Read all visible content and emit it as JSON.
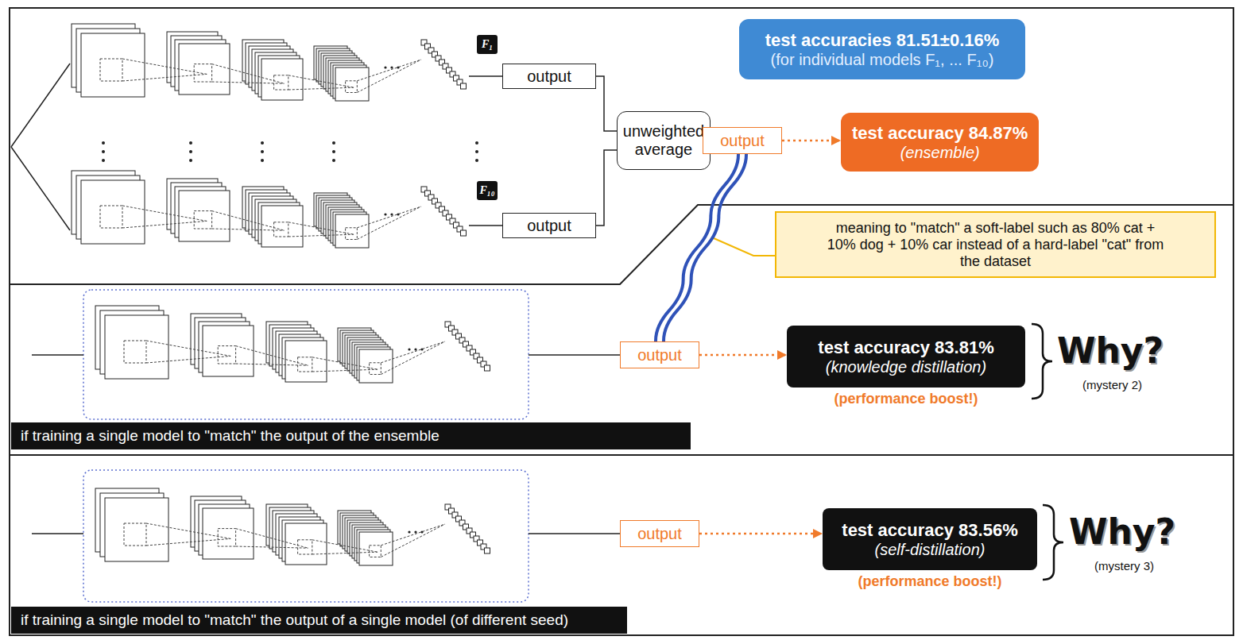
{
  "diagram": {
    "nodes": [
      {
        "text": [
          "F₁"
        ]
      },
      {
        "text": [
          "test accuracies 81.51±0.16%",
          "(for individual models F₁, ... F₁₀)"
        ]
      },
      {
        "text": [
          "output"
        ]
      },
      {
        "text": [
          "unweighted average"
        ]
      },
      {
        "text": [
          "output"
        ]
      },
      {
        "text": [
          "test accuracy 84.87%",
          "(ensemble)"
        ]
      },
      {
        "text": [
          "F₁₀"
        ]
      },
      {
        "text": [
          "output"
        ]
      },
      {
        "text": [
          "meaning to \"match\" a soft-label such as 80% cat + 10% dog + 10% car instead of a hard-label \"cat\" from the dataset"
        ]
      },
      {
        "text": [
          "output"
        ]
      },
      {
        "text": [
          "test accuracy 83.81%",
          "(knowledge distillation)"
        ]
      },
      {
        "text": [
          "if training a single model to \"match\" the output of the ensemble"
        ]
      },
      {
        "text": [
          "output"
        ]
      },
      {
        "text": [
          "test accuracy 83.56%",
          "(self-distillation)"
        ]
      },
      {
        "text": [
          "if training a single model to \"match\" the output of a single model (of different seed)"
        ]
      }
    ],
    "edges": [
      {
        "from": 2,
        "to": 3,
        "arrow": "none"
      },
      {
        "from": 7,
        "to": 3,
        "arrow": "none"
      },
      {
        "from": 3,
        "to": 4,
        "arrow": "none"
      },
      {
        "from": 4,
        "to": 5,
        "arrow": "to"
      },
      {
        "from": 4,
        "to": 9,
        "arrow": "none"
      },
      {
        "from": 9,
        "to": 10,
        "arrow": "to"
      },
      {
        "from": 12,
        "to": 13,
        "arrow": "to"
      }
    ],
    "labels": [
      "(performance boost!)",
      "Why?",
      "(mystery 2)",
      "(performance boost!)",
      "Why?",
      "(mystery 3)"
    ]
  }
}
